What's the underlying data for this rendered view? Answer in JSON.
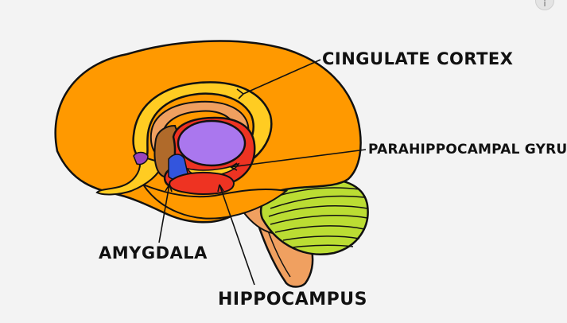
{
  "labels": {
    "cingulate_cortex": "CINGULATE CORTEX",
    "parahippocampal_gyrus": "PARAHIPPOCAMPAL GYRUS",
    "amygdala": "AMYGDALA",
    "hippocampus": "HIPPOCAMPUS"
  },
  "corner_icon": {
    "name": "info-icon",
    "glyph": "i"
  },
  "colors": {
    "background": "#f3f3f3",
    "cortex": "#ff9900",
    "cingulate": "#ffcc22",
    "tan": "#f0a060",
    "brown": "#b06a2a",
    "thalamus": "#aa77ee",
    "red_limbic": "#ee3322",
    "blue": "#3355dd",
    "purple_small": "#9944bb",
    "cerebellum": "#bbdd33",
    "brainstem": "#f0a060",
    "outline": "#111111"
  }
}
